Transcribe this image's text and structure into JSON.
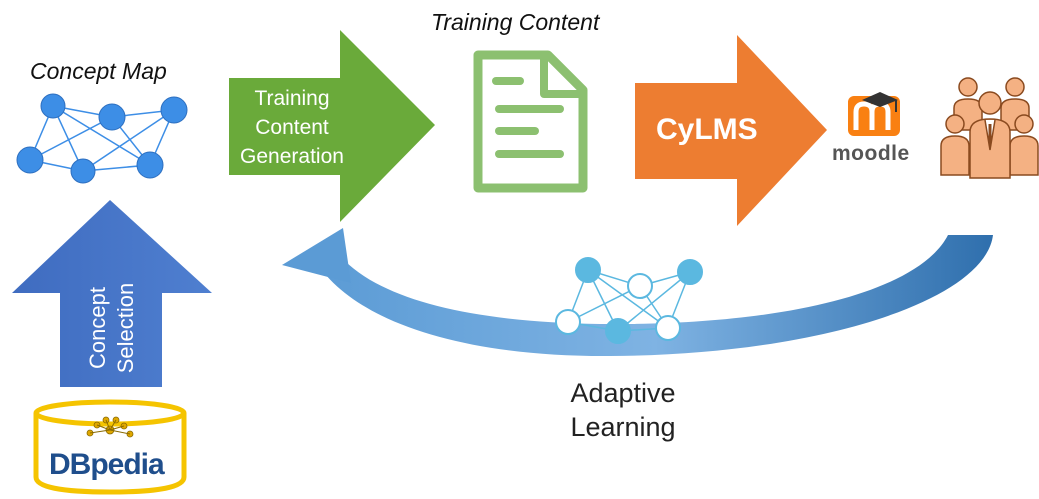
{
  "concept_map": {
    "label": "Concept Map"
  },
  "training_content_generation": {
    "line1": "Training",
    "line2": "Content",
    "line3": "Generation"
  },
  "training_content": {
    "label": "Training Content"
  },
  "cylms": {
    "label": "CyLMS"
  },
  "moodle": {
    "label": "moodle"
  },
  "concept_selection": {
    "line1": "Concept",
    "line2": "Selection"
  },
  "dbpedia": {
    "label": "DBpedia"
  },
  "adaptive_learning": {
    "line1": "Adaptive",
    "line2": "Learning"
  },
  "icons": [
    "concept-map-network-icon",
    "document-icon",
    "moodle-logo-icon",
    "users-group-icon",
    "dbpedia-database-icon",
    "adaptive-network-icon"
  ],
  "colors": {
    "green_arrow": "#6aaa3a",
    "orange_arrow": "#ed7d31",
    "blue_arrow": "#4472c4",
    "node_blue": "#3d8ee6",
    "document_green": "#70ad47",
    "curve_blue": "#3a7fc2",
    "db_yellow": "#f5c400"
  }
}
